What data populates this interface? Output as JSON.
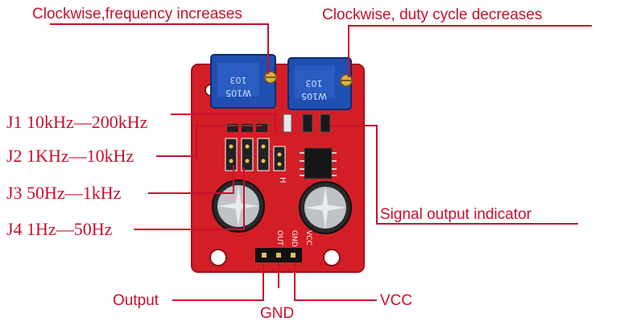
{
  "labels": {
    "top_left": "Clockwise,frequency increases",
    "top_right": "Clockwise, duty cycle decreases",
    "j1": "J1 10kHz—200kHz",
    "j2": "J2 1KHz—10kHz",
    "j3": "J3 50Hz—1kHz",
    "j4": "J4 1Hz—50Hz",
    "signal": "Signal output indicator",
    "output": "Output",
    "gnd": "GND",
    "vcc": "VCC"
  },
  "board": {
    "pins": [
      "OUT",
      "GND",
      "VCC"
    ],
    "h_mark": "H"
  },
  "colors": {
    "label_red": "#c8102e",
    "pcb_red": "#d41e26",
    "pot_blue": "#1f4fb0"
  }
}
